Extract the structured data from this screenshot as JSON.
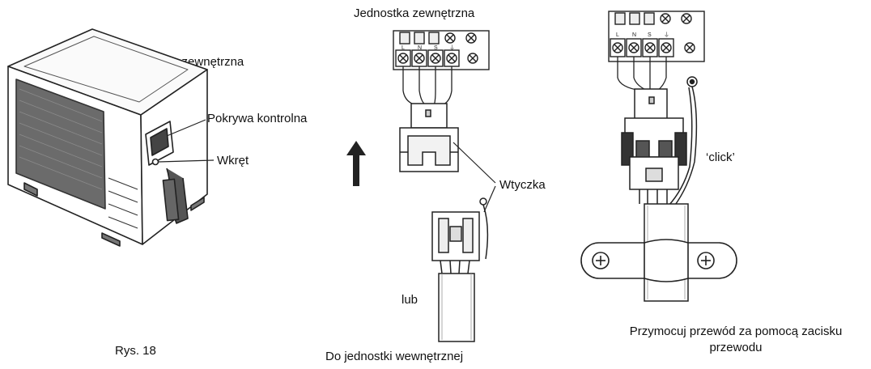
{
  "figure": {
    "number_label": "Rys. 18"
  },
  "labels": {
    "outdoor_unit_left": "Jednostka zewnętrzna",
    "control_cover": "Pokrywa kontrolna",
    "screw": "Wkręt",
    "outdoor_unit_center": "Jednostka zewnętrzna",
    "plug": "Wtyczka",
    "or": "lub",
    "to_indoor_unit": "Do jednostki wewnętrznej",
    "click": "‘click’",
    "secure_cable_line1": "Przymocuj przewód za pomocą zacisku",
    "secure_cable_line2": "przewodu"
  },
  "terminal": {
    "letters": [
      "L",
      "N",
      "S",
      "⏚"
    ]
  },
  "icons": [
    "outdoor-unit-icon",
    "terminal-block-icon",
    "connector-plug-icon",
    "up-arrow-icon",
    "cable-clamp-icon",
    "screw-head-icon"
  ]
}
